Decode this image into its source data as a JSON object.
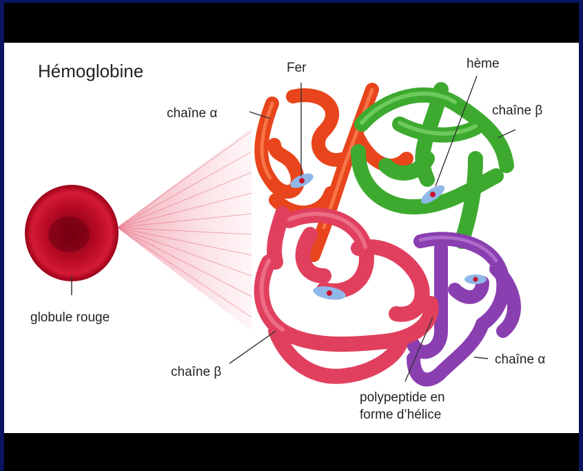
{
  "title": "Hémoglobine",
  "labels": {
    "fer": "Fer",
    "heme": "hème",
    "alpha_top": "chaîne α",
    "beta_top": "chaîne β",
    "red_cell": "globule rouge",
    "beta_bottom": "chaîne β",
    "alpha_bottom": "chaîne α",
    "helix_line1": "polypeptide en",
    "helix_line2": "forme d’hélice"
  },
  "colors": {
    "alpha_top_chain": "#e8451c",
    "beta_top_chain": "#3daa2f",
    "beta_bottom_chain": "#e0405e",
    "alpha_bottom_chain": "#8a3fb0",
    "heme": "#8fb8e8",
    "red_cell": "#c8102e"
  }
}
